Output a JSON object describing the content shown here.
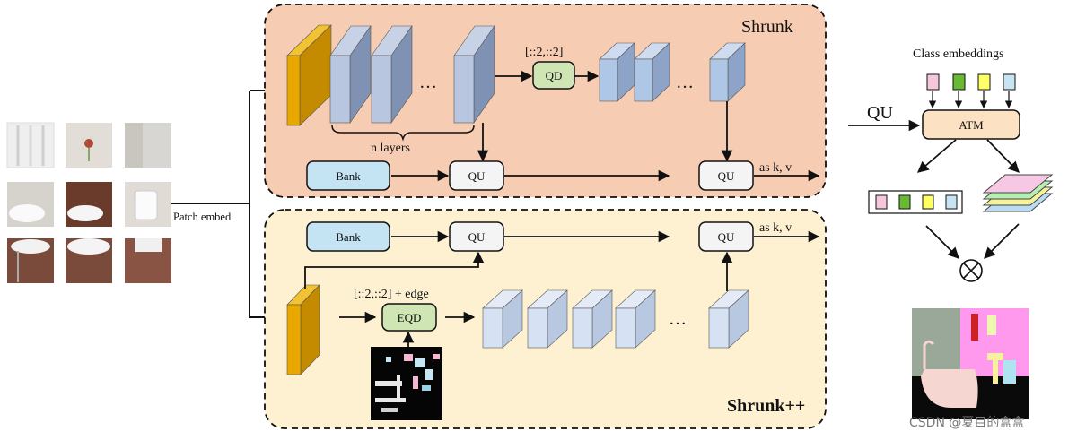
{
  "input": {
    "patch_embed_label": "Patch embed"
  },
  "shrunk": {
    "title": "Shrunk",
    "n_layers_label": "n layers",
    "ellipsis": "…",
    "downsample_label": "[::2,::2]",
    "qd_label": "QD",
    "bank_label": "Bank",
    "qu_label": "QU",
    "kv_label": "as k, v"
  },
  "shrunk_pp": {
    "title": "Shrunk++",
    "downsample_label": "[::2,::2] + edge",
    "eqd_label": "EQD",
    "ellipsis": "…",
    "bank_label": "Bank",
    "qu_label": "QU",
    "kv_label": "as k, v"
  },
  "decoder": {
    "class_embeddings_label": "Class embeddings",
    "qu_label": "QU",
    "atm_label": "ATM",
    "embedding_colors": [
      "#f6c6dd",
      "#66bb33",
      "#ffff66",
      "#c6e4f6"
    ],
    "layer_colors": [
      "#b8dcf4",
      "#f6f19a",
      "#b6f0b0",
      "#f7c8e4"
    ],
    "product_symbol": "⊗"
  },
  "colors": {
    "shrunk_bg": "#f6cdb3",
    "shrunk_pp_bg": "#fdf1d2",
    "patch_embed_block": "#e8a800",
    "encoder_block": "#9aaac6",
    "stage2_block": "#aec7e6",
    "box_blue": "#c4e4f4",
    "box_green": "#cfe6b4",
    "box_orange": "#fde1c3"
  },
  "watermark": "CSDN @夏目的盒盒"
}
